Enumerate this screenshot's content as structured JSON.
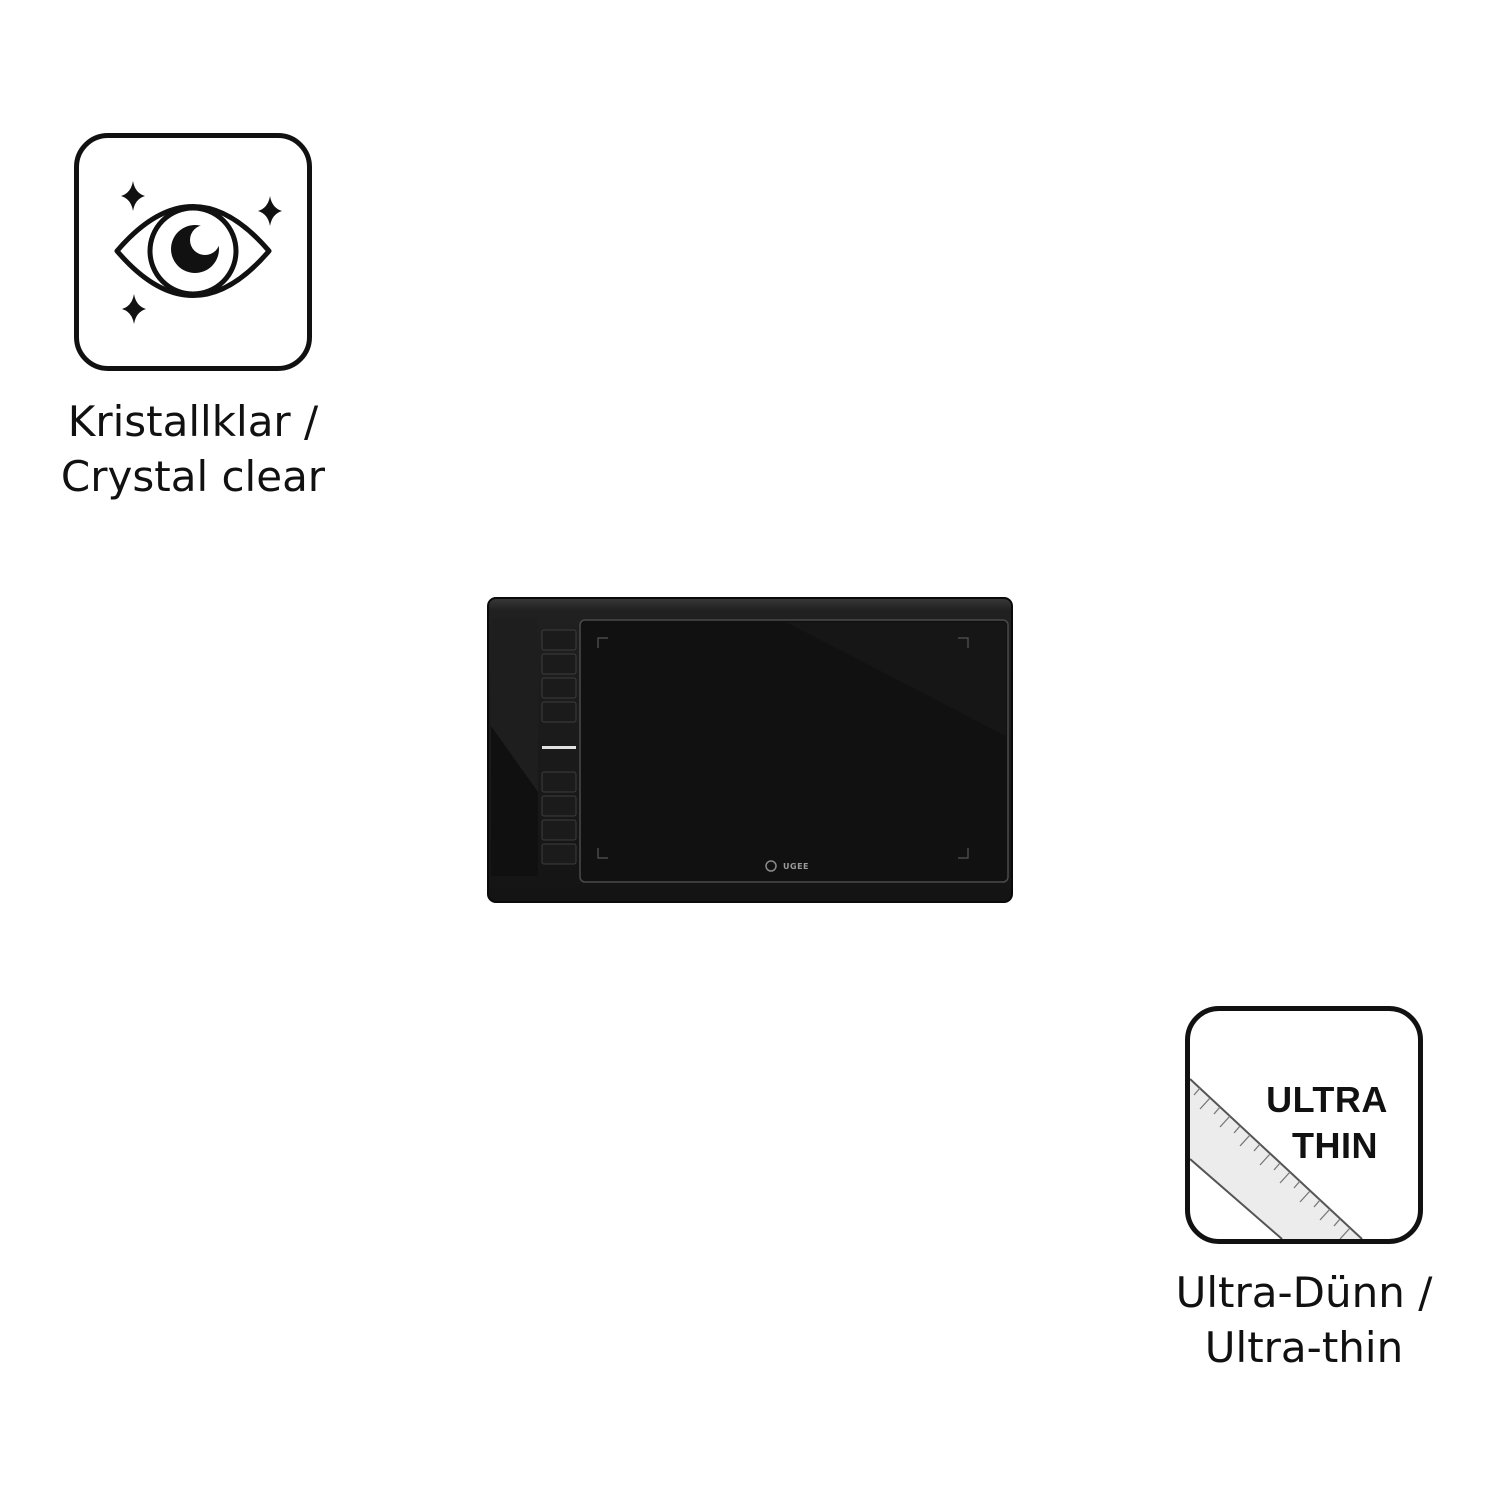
{
  "features": [
    {
      "icon": "sparkle-eye-icon",
      "caption_line1": "Kristallklar /",
      "caption_line2": "Crystal clear"
    },
    {
      "icon": "ruler-thin-icon",
      "badge_line1": "ULTRA",
      "badge_line2": "THIN",
      "caption_line1": "Ultra-Dünn /",
      "caption_line2": "Ultra-thin"
    }
  ],
  "product": {
    "name": "drawing-tablet",
    "brand": "UGEE",
    "colors": {
      "body": "#1c1c1c",
      "surface": "#0d0d0d"
    }
  }
}
